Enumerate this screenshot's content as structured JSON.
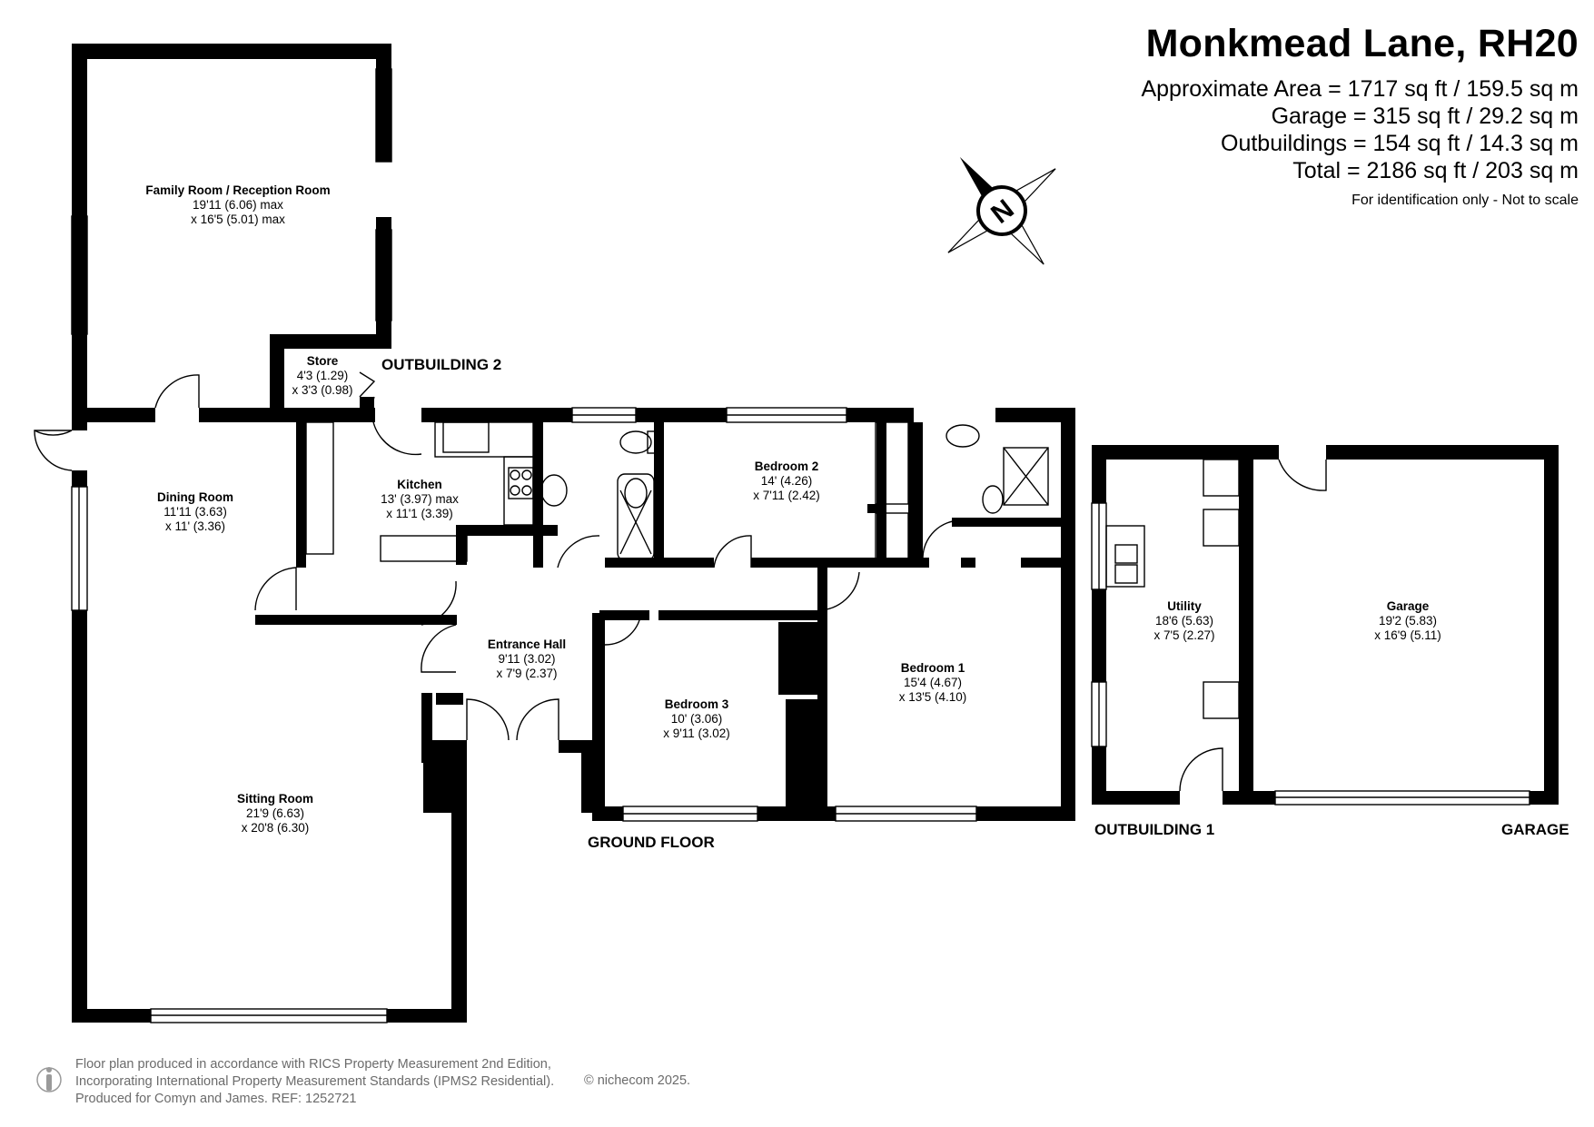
{
  "header": {
    "title": "Monkmead Lane, RH20",
    "areas": [
      "Approximate Area = 1717 sq ft / 159.5 sq m",
      "Garage = 315 sq ft / 29.2 sq m",
      "Outbuildings = 154 sq ft / 14.3 sq m",
      "Total = 2186 sq ft / 203 sq m"
    ],
    "identification": "For identification only - Not to scale"
  },
  "compass": {
    "letter": "N"
  },
  "rooms": {
    "family": {
      "name": "Family Room / Reception Room",
      "dim1": "19'11 (6.06) max",
      "dim2": "x 16'5 (5.01) max"
    },
    "store": {
      "name": "Store",
      "dim1": "4'3 (1.29)",
      "dim2": "x 3'3 (0.98)"
    },
    "dining": {
      "name": "Dining Room",
      "dim1": "11'11 (3.63)",
      "dim2": "x 11' (3.36)"
    },
    "kitchen": {
      "name": "Kitchen",
      "dim1": "13' (3.97) max",
      "dim2": "x 11'1 (3.39)"
    },
    "bedroom2": {
      "name": "Bedroom 2",
      "dim1": "14' (4.26)",
      "dim2": "x 7'11 (2.42)"
    },
    "hall": {
      "name": "Entrance Hall",
      "dim1": "9'11 (3.02)",
      "dim2": "x 7'9 (2.37)"
    },
    "bedroom1": {
      "name": "Bedroom 1",
      "dim1": "15'4 (4.67)",
      "dim2": "x 13'5 (4.10)"
    },
    "bedroom3": {
      "name": "Bedroom 3",
      "dim1": "10' (3.06)",
      "dim2": "x 9'11 (3.02)"
    },
    "sitting": {
      "name": "Sitting Room",
      "dim1": "21'9 (6.63)",
      "dim2": "x 20'8 (6.30)"
    },
    "utility": {
      "name": "Utility",
      "dim1": "18'6 (5.63)",
      "dim2": "x 7'5 (2.27)"
    },
    "garage": {
      "name": "Garage",
      "dim1": "19'2 (5.83)",
      "dim2": "x 16'9 (5.11)"
    }
  },
  "floor_labels": {
    "outbuilding2": "OUTBUILDING 2",
    "ground": "GROUND FLOOR",
    "outbuilding1": "OUTBUILDING 1",
    "garage": "GARAGE"
  },
  "footer": {
    "line1": "Floor plan produced in accordance with RICS Property Measurement 2nd Edition,",
    "line2": "Incorporating International Property Measurement Standards (IPMS2 Residential).",
    "line3": "Produced for Comyn and James.   REF:  1252721",
    "copyright": "© nichecom 2025."
  },
  "colors": {
    "wall": "#000000",
    "text": "#000000",
    "footer": "#6b6b6b",
    "background": "#ffffff"
  }
}
